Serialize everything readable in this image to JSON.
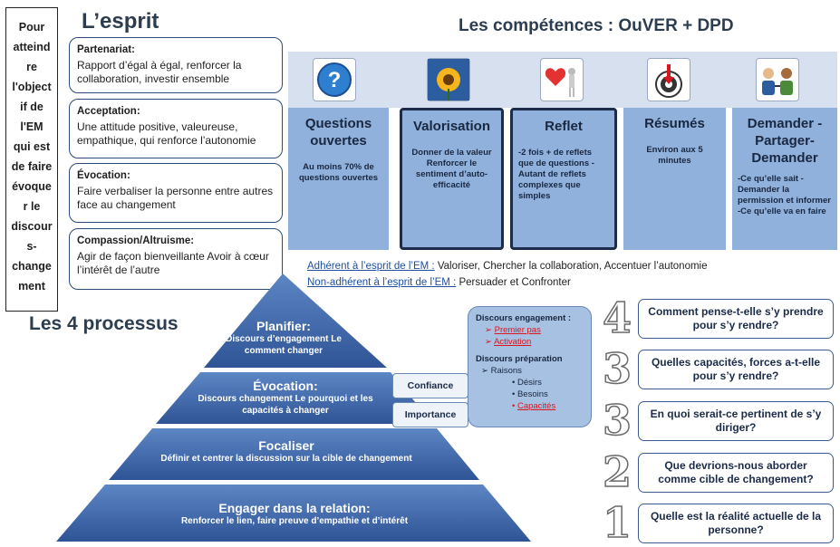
{
  "goal": {
    "lines": [
      "Pour",
      "atteind",
      "re",
      "l'object",
      "if de",
      "l'EM",
      "qui est",
      "de faire",
      "évoque",
      "r le",
      "discour",
      "s-",
      "change",
      "ment"
    ]
  },
  "esprit": {
    "title": "L’esprit",
    "items": [
      {
        "title": "Partenariat:",
        "text": "Rapport d’égal à égal, renforcer la collaboration, investir ensemble"
      },
      {
        "title": "Acceptation:",
        "text": " Une attitude positive, valeureuse, empathique, qui renforce l’autonomie"
      },
      {
        "title": "Évocation:",
        "text": "Faire verbaliser la personne entre autres face au changement"
      },
      {
        "title": "Compassion/Altruisme:",
        "text": "Agir de façon bienveillante Avoir à cœur l’intérêt de l’autre"
      }
    ]
  },
  "competences": {
    "title": "Les compétences : OuVER + DPD",
    "items": [
      {
        "icon": "question-icon",
        "title": "Questions ouvertes",
        "desc": "Au moins 70% de questions ouvertes"
      },
      {
        "icon": "sunflower-icon",
        "title": "Valorisation",
        "desc": "Donner de la valeur Renforcer le sentiment d’auto-efficacité"
      },
      {
        "icon": "heart-figure-icon",
        "title": "Reflet",
        "desc": "-2 fois + de reflets que de questions - Autant de reflets complexes que simples"
      },
      {
        "icon": "target-icon",
        "title": "Résumés",
        "desc": "Environ aux 5 minutes"
      },
      {
        "icon": "two-people-icon",
        "title": "Demander - Partager- Demander",
        "desc": "-Ce qu’elle sait -Demander la permission et informer -Ce qu’elle va en faire"
      }
    ]
  },
  "em": {
    "adherent_label": "Adhérent à l’esprit de l’EM :",
    "adherent_text": " Valoriser, Chercher la collaboration, Accentuer l’autonomie",
    "non_label": "Non-adhérent à l’esprit de l’EM :",
    "non_text": " Persuader et Confronter"
  },
  "processus": {
    "title": "Les 4 processus",
    "levels": [
      {
        "title": "Planifier:",
        "sub": "Discours d’engagement Le comment changer"
      },
      {
        "title": "Évocation:",
        "sub": "Discours changement Le pourquoi et les capacités à changer"
      },
      {
        "title": "Focaliser",
        "sub": "Définir et centrer la discussion sur la cible de changement"
      },
      {
        "title": "Engager dans la relation:",
        "sub": "Renforcer le lien, faire preuve d’empathie et d’intérêt"
      }
    ],
    "confiance": "Confiance",
    "importance": "Importance"
  },
  "discours": {
    "engagement_title": "Discours engagement :",
    "engagement_items": [
      "Premier pas",
      "Activation"
    ],
    "preparation_title": "Discours préparation",
    "raisons": "Raisons",
    "sub_items": [
      "Désirs",
      "Besoins",
      "Capacités"
    ]
  },
  "questions": [
    {
      "num": "4",
      "text": "Comment pense-t-elle s’y prendre pour s’y rendre?"
    },
    {
      "num": "3",
      "text": "Quelles capacités, forces a-t-elle pour s’y rendre?"
    },
    {
      "num": "3",
      "text": "En quoi serait-ce pertinent de s’y diriger?"
    },
    {
      "num": "2",
      "text": "Que devrions-nous aborder comme cible de changement?"
    },
    {
      "num": "1",
      "text": "Quelle est la réalité actuelle de la personne?"
    }
  ],
  "colors": {
    "accent_blue": "#8fb1dc",
    "pyramid_blue": "#2f5496",
    "red": "#d9161d"
  }
}
